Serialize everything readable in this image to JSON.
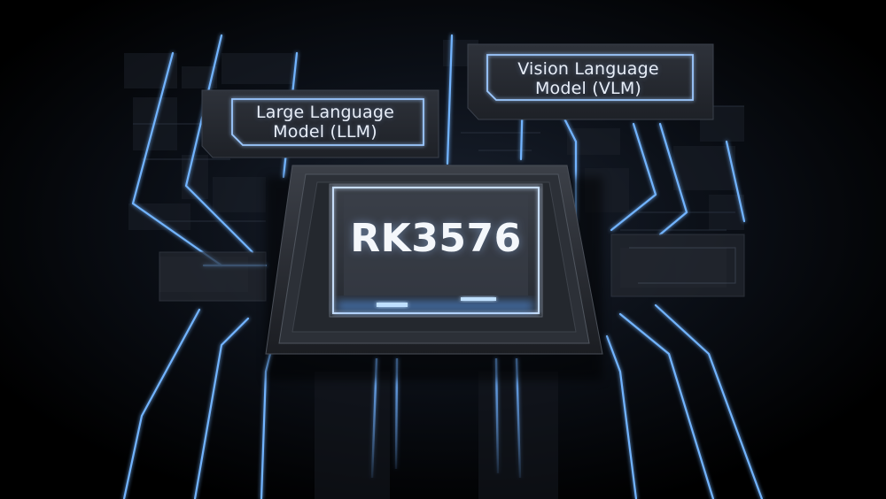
{
  "chip": {
    "model": "RK3576"
  },
  "labels": {
    "llm": {
      "line1": "Large Language",
      "line2": "Model (LLM)"
    },
    "vlm": {
      "line1": "Vision Language",
      "line2": "Model (VLM)"
    }
  },
  "colors": {
    "background": "#000000",
    "glow": "#5aa2ff",
    "chip_face": "#2a2e35",
    "text": "#e8eef8"
  }
}
